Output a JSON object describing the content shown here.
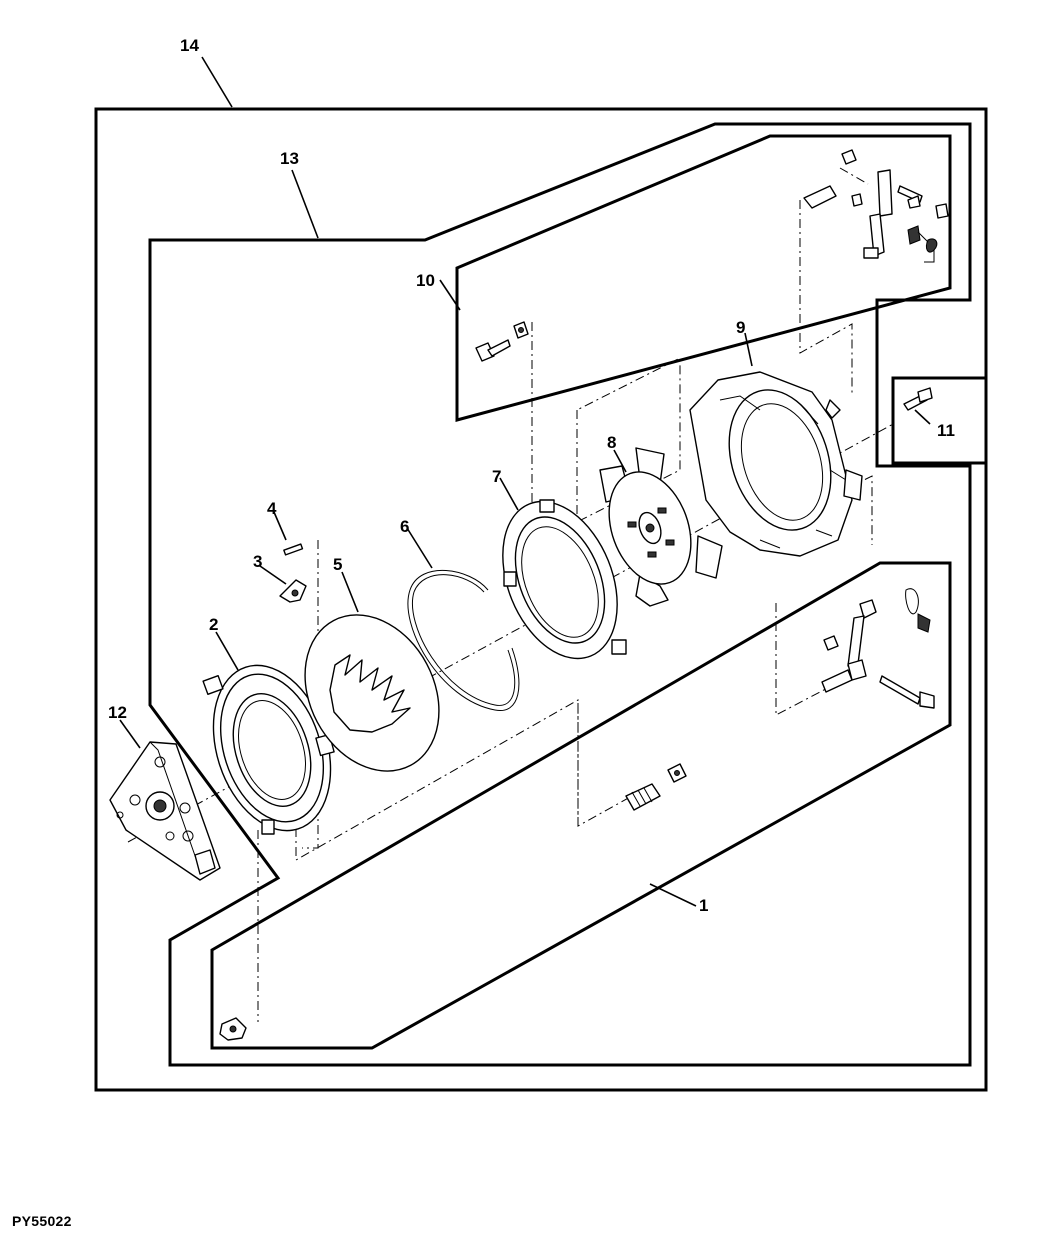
{
  "figure_id": "PY55022",
  "callouts": [
    {
      "id": "1",
      "label": "1"
    },
    {
      "id": "2",
      "label": "2"
    },
    {
      "id": "3",
      "label": "3"
    },
    {
      "id": "4",
      "label": "4"
    },
    {
      "id": "5",
      "label": "5"
    },
    {
      "id": "6",
      "label": "6"
    },
    {
      "id": "7",
      "label": "7"
    },
    {
      "id": "8",
      "label": "8"
    },
    {
      "id": "9",
      "label": "9"
    },
    {
      "id": "10",
      "label": "10"
    },
    {
      "id": "11",
      "label": "11"
    },
    {
      "id": "12",
      "label": "12"
    },
    {
      "id": "13",
      "label": "13"
    },
    {
      "id": "14",
      "label": "14"
    }
  ]
}
